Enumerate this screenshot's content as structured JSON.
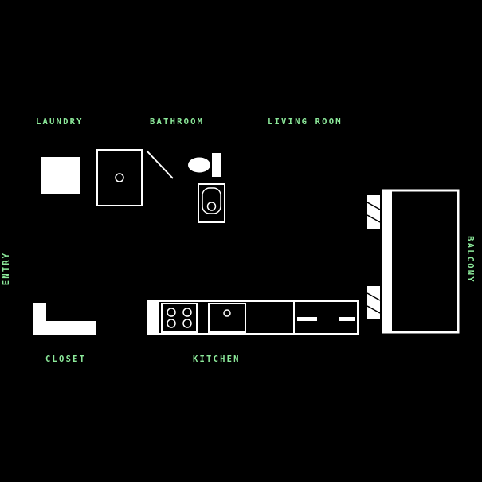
{
  "colors": {
    "background": "#000000",
    "wall": "#ffffff",
    "label": "#8ce99a"
  },
  "rooms": {
    "laundry": {
      "label": "LAUNDRY"
    },
    "bathroom": {
      "label": "BATHROOM"
    },
    "living_room": {
      "label": "LIVING ROOM"
    },
    "entry": {
      "label": "ENTRY"
    },
    "balcony": {
      "label": "BALCONY"
    },
    "closet": {
      "label": "CLOSET"
    },
    "kitchen": {
      "label": "KITCHEN"
    }
  }
}
